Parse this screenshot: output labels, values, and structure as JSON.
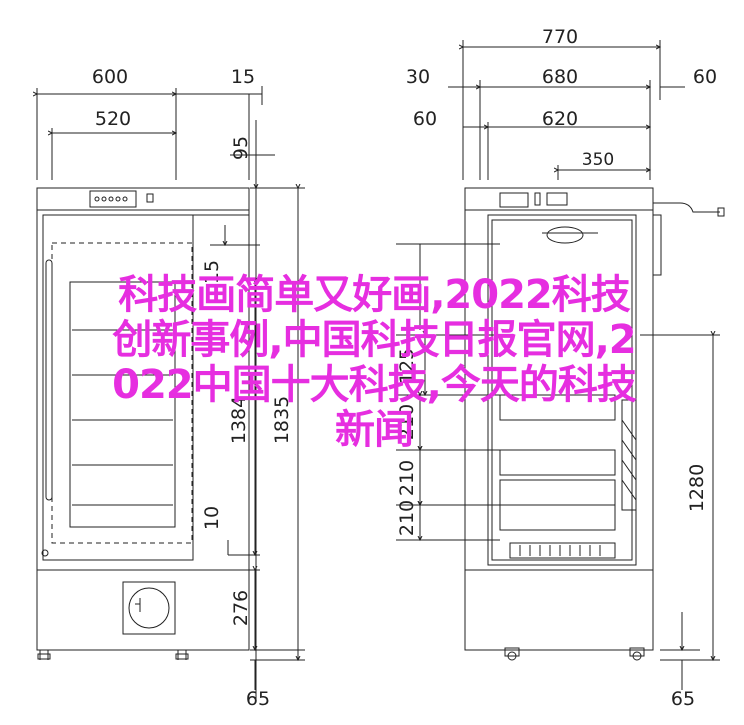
{
  "diagram": {
    "left_view": {
      "dims": {
        "overall_width": "600",
        "inner_width": "520",
        "side_gap": "15",
        "top_offset": "95",
        "height_inner": "1384",
        "height_total": "1835",
        "shelf_gap_top": "15",
        "shelf_gap_bottom": "10",
        "base_height": "276",
        "foot_height": "65"
      }
    },
    "right_view": {
      "dims": {
        "overall_width": "770",
        "body_width": "680",
        "left_offset": "30",
        "right_offset": "60",
        "inner_left": "60",
        "inner_width": "620",
        "shelf_width": "350",
        "shelf_h1": "125",
        "shelf_h2": "210",
        "shelf_h3": "210",
        "shelf_h4": "210",
        "interior_height": "1280",
        "foot_height": "65"
      }
    }
  },
  "overlay": {
    "line1": "科技画简单又好画,2022科技",
    "line2": "创新事例,中国科技日报官网,2",
    "line3": "022中国十大科技,今天的科技",
    "line4": "新闻"
  },
  "colors": {
    "line": "#222222",
    "overlay_text": "#e62ee0",
    "background": "#ffffff"
  }
}
